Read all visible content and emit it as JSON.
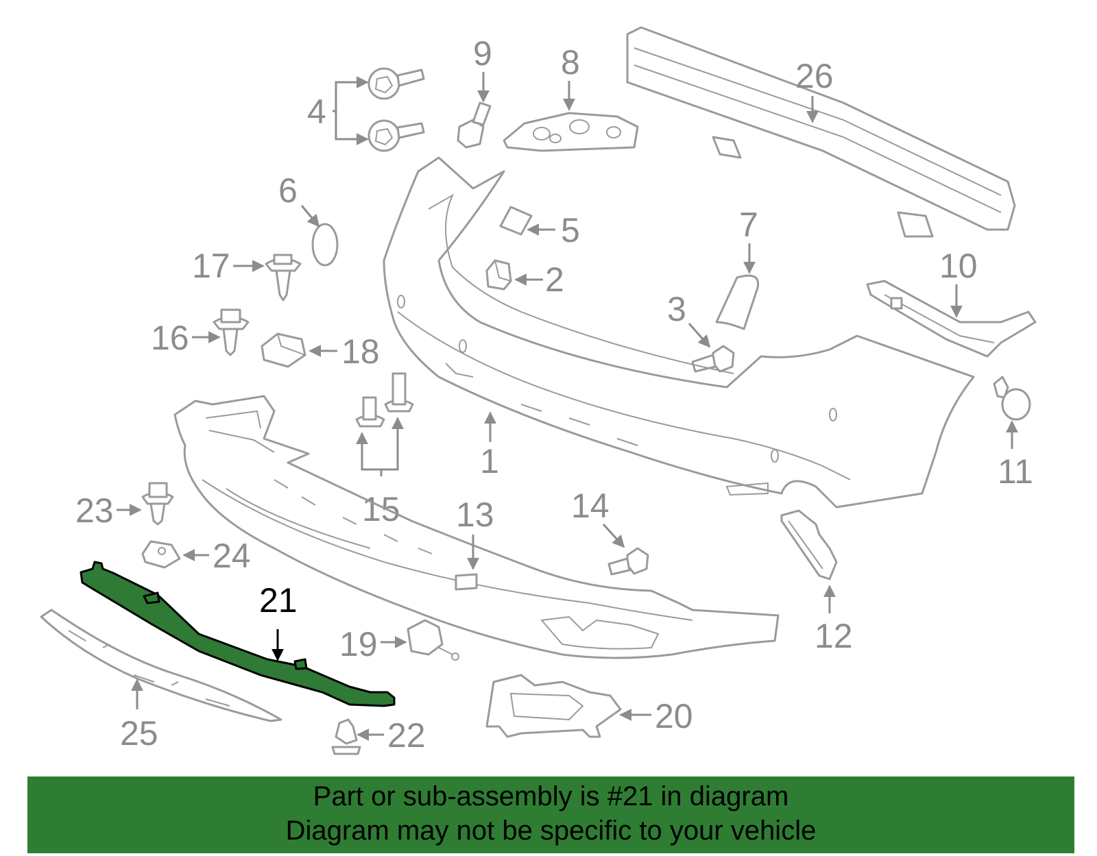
{
  "diagram": {
    "highlighted_part": "21",
    "highlight_color": "#2f7a35",
    "callouts": [
      {
        "id": "1"
      },
      {
        "id": "2"
      },
      {
        "id": "3"
      },
      {
        "id": "4"
      },
      {
        "id": "5"
      },
      {
        "id": "6"
      },
      {
        "id": "7"
      },
      {
        "id": "8"
      },
      {
        "id": "9"
      },
      {
        "id": "10"
      },
      {
        "id": "11"
      },
      {
        "id": "12"
      },
      {
        "id": "13"
      },
      {
        "id": "14"
      },
      {
        "id": "15"
      },
      {
        "id": "16"
      },
      {
        "id": "17"
      },
      {
        "id": "18"
      },
      {
        "id": "19"
      },
      {
        "id": "20"
      },
      {
        "id": "21"
      },
      {
        "id": "22"
      },
      {
        "id": "23"
      },
      {
        "id": "24"
      },
      {
        "id": "25"
      },
      {
        "id": "26"
      }
    ]
  },
  "banner": {
    "line1": "Part or sub-assembly is #21 in diagram",
    "line2": "Diagram may not be specific to your vehicle",
    "background": "#2e7d32"
  }
}
